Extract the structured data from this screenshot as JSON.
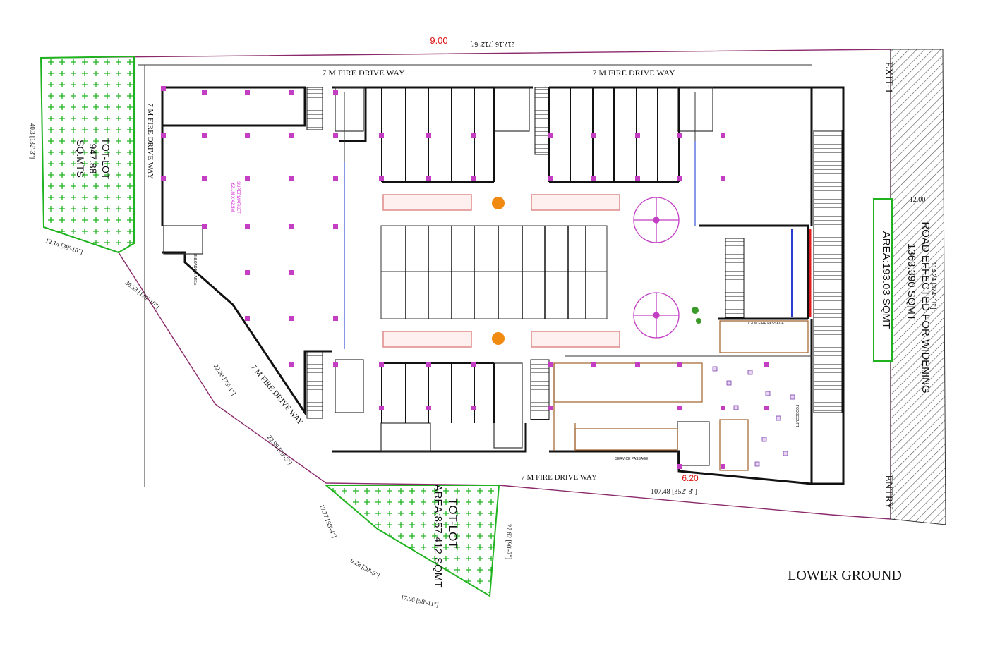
{
  "drawing": {
    "title": "LOWER GROUND",
    "exit_label": "EXIT-1",
    "entry_label": "ENTRY",
    "top_dim_red": "9.00",
    "top_dim": "217.16 [712'-6\"]",
    "road_width": "12.00",
    "right_dim": "114.24 [374'-10\"]",
    "bottom_dim": "107.48 [352'-8\"]",
    "bottom_red_dim": "6.20"
  },
  "drive_way_labels": {
    "top_left": "7 M FIRE DRIVE WAY",
    "top_right": "7 M FIRE DRIVE WAY",
    "left_vertical": "7 M FIRE DRIVE WAY",
    "diagonal": "7 M FIRE DRIVE WAY",
    "bottom": "7 M FIRE DRIVE WAY"
  },
  "road_effected": {
    "line1": "ROAD EFFECTED FOR WIDENING",
    "line2": "1363.390 SQMT",
    "area": "AREA:193.03 SQMT"
  },
  "tot_lots": [
    {
      "line1": "TOT-LOT",
      "line2": "947.88",
      "line3": "SQ.MTS"
    },
    {
      "line1": "TOT-LOT",
      "line2": "AREA:857.412 SQMT"
    }
  ],
  "boundary_dims": {
    "left_top": "40.3 [132'-3\"]",
    "d1": "12.14 [39'-10\"]",
    "d2": "36.53 [119'-10\"]",
    "d3": "22.28 [73'-1\"]",
    "d4": "22.99 [75'-5\"]",
    "d5": "17.77 [58'-4\"]",
    "d6": "9.28 [30'-5\"]",
    "d7": "17.96 [58'-11\"]",
    "d8": "27.62 [90'-7\"]"
  },
  "interior_labels": {
    "supermarket": "SUPERMARKET",
    "supermarket_dims": "62.1M X 42.5M",
    "unloading": "UNLOADING AREA",
    "service_passage": "SERVICE PASSAGE",
    "fire_passage": "1.20M FIRE PASSAGE",
    "food_court": "FOODCOURT"
  },
  "colors": {
    "wall": "#111111",
    "column": "#c43ec4",
    "totlot": "#1fb31f",
    "hatch": "#555555",
    "dim_red": "#d11111",
    "shop_text": "#d21fd2",
    "kiosk": "#e08a8a",
    "furniture": "#a0602a"
  }
}
